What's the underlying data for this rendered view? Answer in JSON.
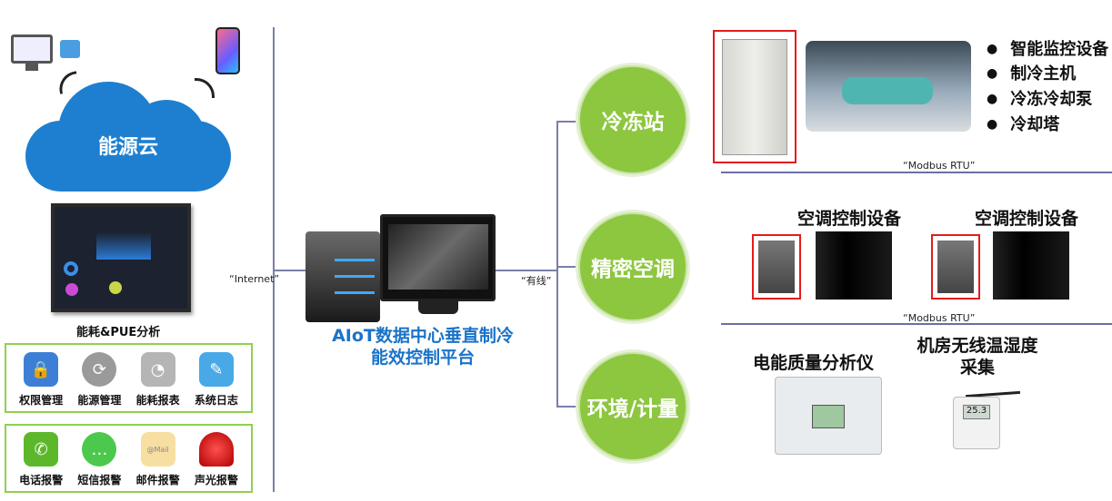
{
  "cloud": {
    "label": "能源云"
  },
  "dashboard": {
    "label": "能耗&PUE分析"
  },
  "modules": [
    {
      "label": "权限管理",
      "icon": "lock-monitor-icon"
    },
    {
      "label": "能源管理",
      "icon": "gear-refresh-icon"
    },
    {
      "label": "能耗报表",
      "icon": "database-chart-icon"
    },
    {
      "label": "系统日志",
      "icon": "pencil-note-icon"
    }
  ],
  "alarms": [
    {
      "label": "电话报警",
      "icon": "phone-icon"
    },
    {
      "label": "短信报警",
      "icon": "chat-bubble-icon"
    },
    {
      "label": "邮件报警",
      "icon": "mail-icon",
      "badge": "@Mail"
    },
    {
      "label": "声光报警",
      "icon": "siren-icon"
    }
  ],
  "links": {
    "internet": "“Internet”",
    "wired": "“有线”",
    "modbus1": "“Modbus RTU”",
    "modbus2": "“Modbus RTU”"
  },
  "platform": {
    "title_line1": "AIoT数据中心垂直制冷",
    "title_line2": "能效控制平台",
    "title_accent": "#1a73c8"
  },
  "branches": [
    {
      "label": "冷冻站"
    },
    {
      "label": "精密空调"
    },
    {
      "label": "环境/计量"
    }
  ],
  "chiller_station": {
    "items": [
      "智能监控设备",
      "制冷主机",
      "冷冻冷却泵",
      "冷却塔"
    ]
  },
  "precision_ac": {
    "groups": [
      {
        "title": "空调控制设备"
      },
      {
        "title": "空调控制设备"
      }
    ]
  },
  "environment": {
    "power_meter": "电能质量分析仪",
    "sensor_line1": "机房无线温湿度",
    "sensor_line2": "采集",
    "sensor_reading": "25.3"
  },
  "colors": {
    "green": "#8dc63f",
    "cloud": "#1e7fd0",
    "highlight": "#e41b1b"
  }
}
